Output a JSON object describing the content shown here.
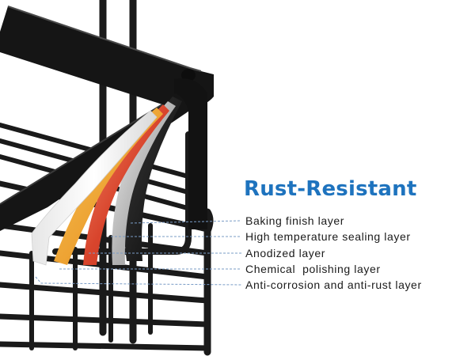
{
  "headline": {
    "text": "Rust-Resistant",
    "color": "#1e73be"
  },
  "layers": [
    {
      "label": "Baking finish layer",
      "color": "#fbfbfb"
    },
    {
      "label": "High temperature sealing layer",
      "color": "#efa935"
    },
    {
      "label": "Anodized layer",
      "color": "#d8442c"
    },
    {
      "label": "Chemical  polishing layer",
      "color": "#a9a9a9"
    },
    {
      "label": "Anti-corrosion and anti-rust layer",
      "color": "#1c1c1c"
    }
  ],
  "text_color": "#1a1a1a",
  "leader_line_color": "#7a9cc6",
  "product_color": "#161616"
}
